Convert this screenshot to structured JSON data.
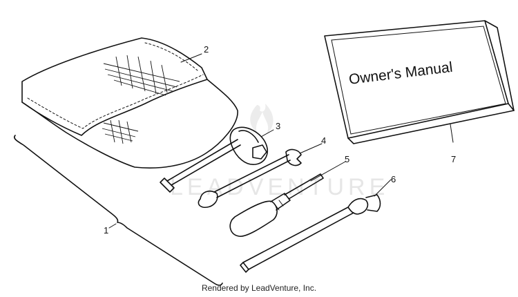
{
  "diagram": {
    "callouts": [
      "1",
      "2",
      "3",
      "4",
      "5",
      "6",
      "7"
    ],
    "manual_title": "Owner's Manual",
    "watermark": "LEADVENTURE",
    "credit": "Rendered by LeadVenture, Inc."
  }
}
